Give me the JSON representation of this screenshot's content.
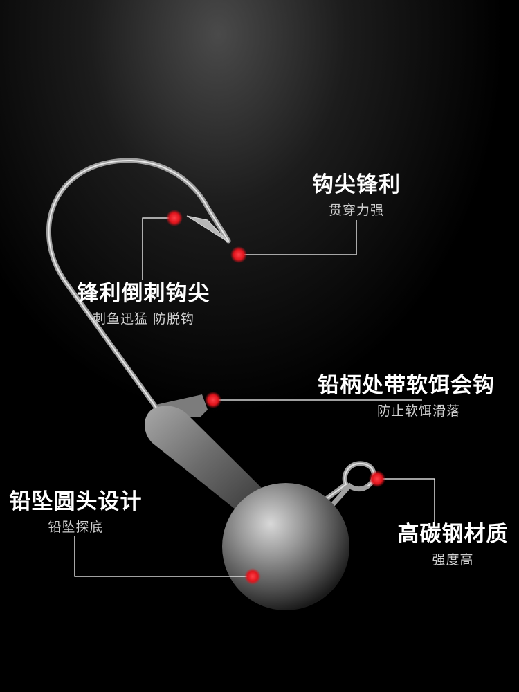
{
  "annotations": {
    "hook_point": {
      "title": "钩尖锋利",
      "subtitle": "贯穿力强"
    },
    "barb": {
      "title": "锋利倒刺钩尖",
      "subtitle": "刺鱼迅猛 防脱钩"
    },
    "bait_keeper": {
      "title": "铅柄处带软饵会钩",
      "subtitle": "防止软饵滑落"
    },
    "round_head": {
      "title": "铅坠圆头设计",
      "subtitle": "铅坠探底"
    },
    "material": {
      "title": "高碳钢材质",
      "subtitle": "强度高"
    }
  },
  "colors": {
    "background": "#000000",
    "marker": "#e0141c",
    "callout_line": "#ffffff"
  }
}
